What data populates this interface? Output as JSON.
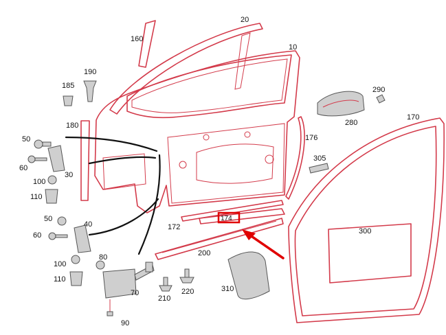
{
  "diagram": {
    "labels": [
      "160",
      "20",
      "10",
      "190",
      "185",
      "290",
      "170",
      "180",
      "280",
      "50",
      "176",
      "305",
      "60",
      "30",
      "100",
      "110",
      "172",
      "174",
      "40",
      "300",
      "200",
      "80",
      "70",
      "210",
      "220",
      "310",
      "90"
    ],
    "highlighted_label": "174",
    "colors": {
      "line": "#d33a4a",
      "highlight": "#e00000",
      "text": "#111111"
    }
  }
}
